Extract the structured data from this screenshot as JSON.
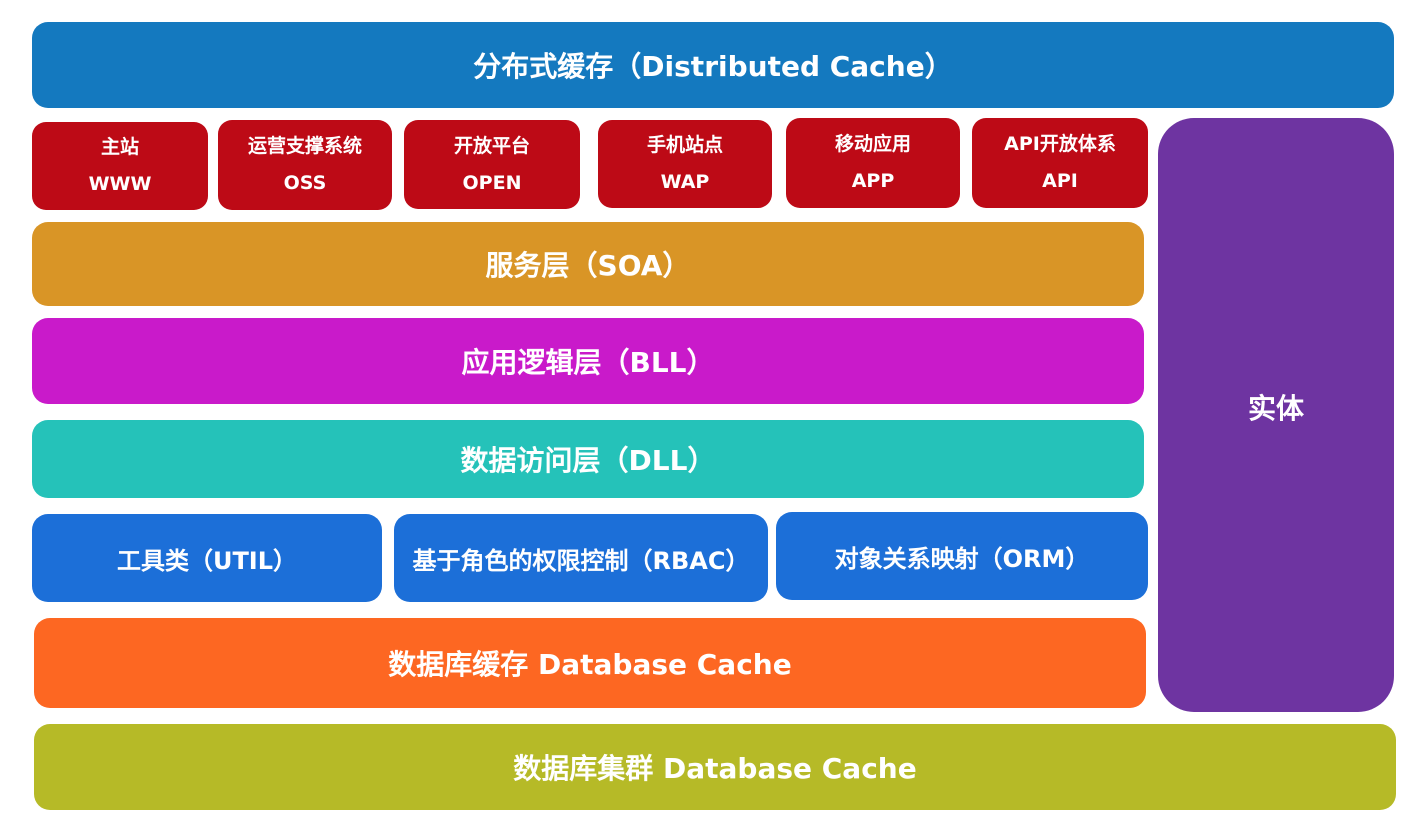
{
  "colors": {
    "distributed_cache": "#1479BF",
    "front_cards": "#BD0A16",
    "soa": "#D99526",
    "bll": "#C91ACA",
    "dll": "#25C2B9",
    "utility_row": "#1C6FD8",
    "database_cache": "#FD6722",
    "database_cluster": "#B6BA27",
    "entity": "#6E34A1",
    "text": "#FFFFFF"
  },
  "layers": {
    "distributed_cache": "分布式缓存（Distributed Cache）",
    "soa": "服务层（SOA）",
    "bll": "应用逻辑层（BLL）",
    "dll": "数据访问层（DLL）",
    "database_cache": "数据库缓存 Database Cache",
    "database_cluster": "数据库集群 Database Cache",
    "entity": "实体"
  },
  "front_cards": [
    {
      "title": "主站",
      "code": "WWW"
    },
    {
      "title": "运营支撑系统",
      "code": "OSS"
    },
    {
      "title": "开放平台",
      "code": "OPEN"
    },
    {
      "title": "手机站点",
      "code": "WAP"
    },
    {
      "title": "移动应用",
      "code": "APP"
    },
    {
      "title": "API开放体系",
      "code": "API"
    }
  ],
  "utility_modules": [
    "工具类（UTIL）",
    "基于角色的权限控制（RBAC）",
    "对象关系映射（ORM）"
  ]
}
